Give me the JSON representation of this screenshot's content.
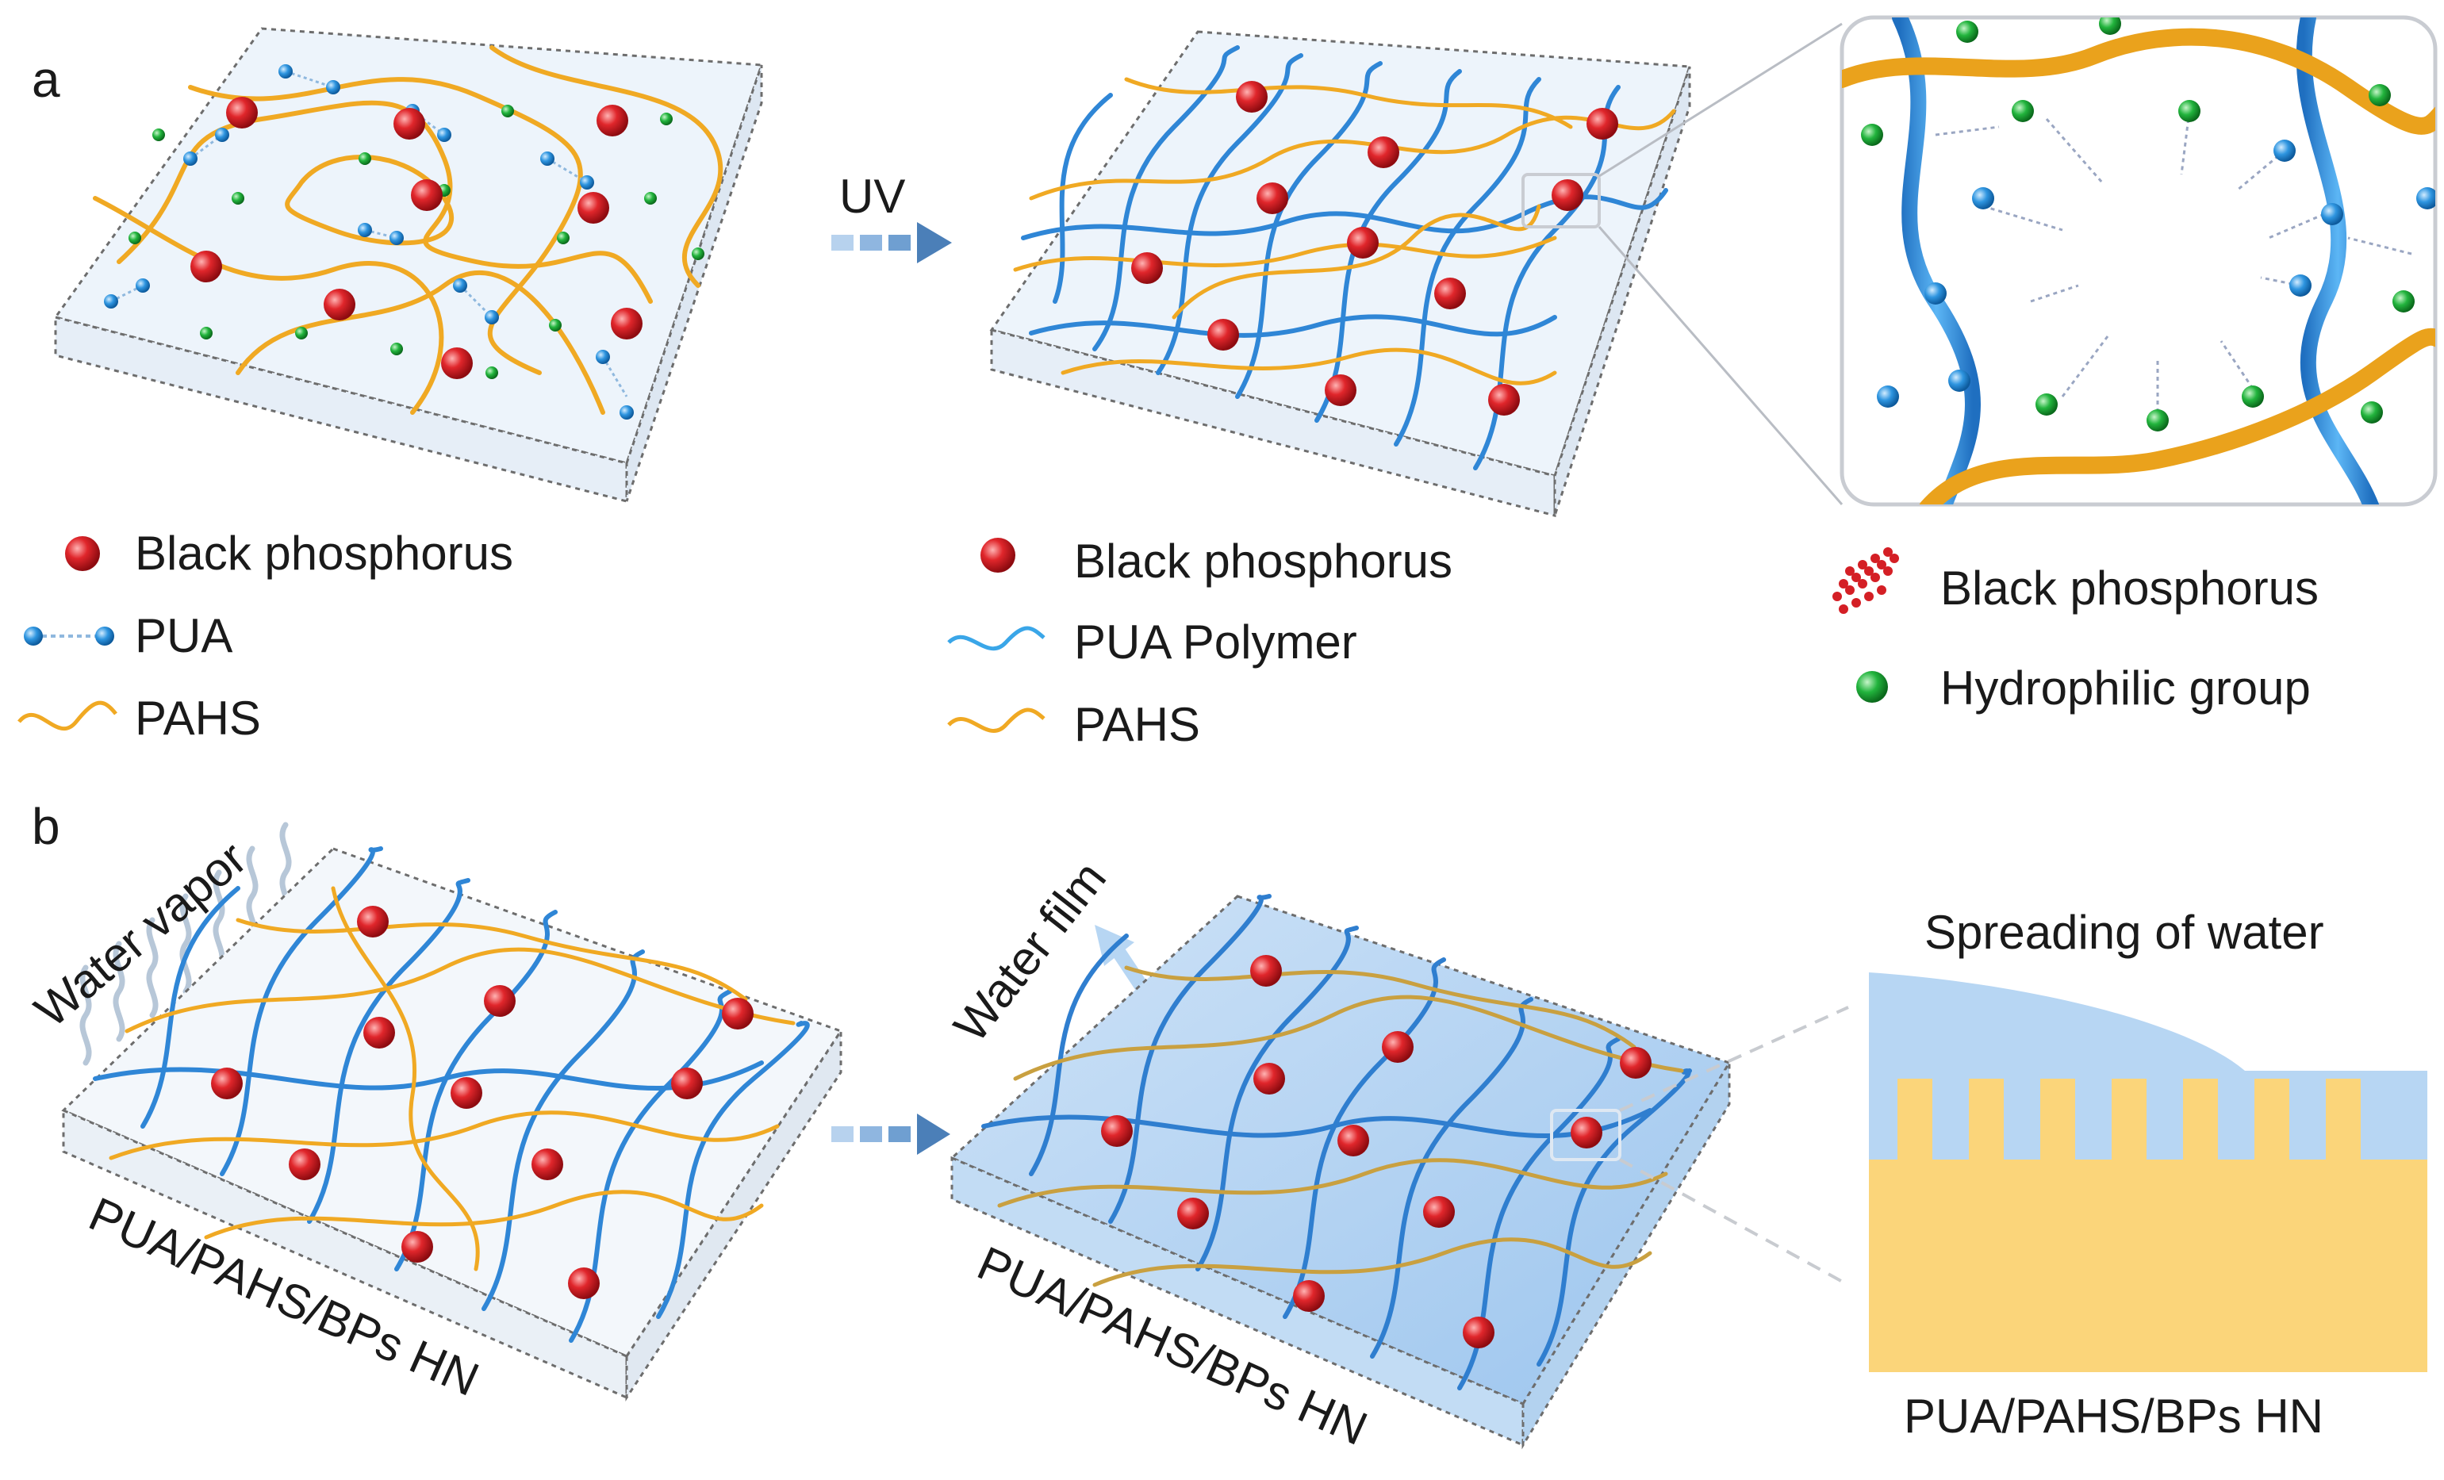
{
  "panel_a": {
    "letter": "a",
    "arrow_label": "UV",
    "legend_left": [
      {
        "icon": "red-sphere-icon",
        "label": "Black phosphorus"
      },
      {
        "icon": "pua-dumbbell-icon",
        "label": "PUA"
      },
      {
        "icon": "pahs-wave-icon",
        "label": "PAHS"
      }
    ],
    "legend_middle": [
      {
        "icon": "red-sphere-icon",
        "label": "Black phosphorus"
      },
      {
        "icon": "blue-wave-icon",
        "label": "PUA Polymer"
      },
      {
        "icon": "pahs-wave-icon",
        "label": "PAHS"
      }
    ],
    "legend_right": [
      {
        "icon": "bp-lattice-icon",
        "label": "Black phosphorus"
      },
      {
        "icon": "green-sphere-icon",
        "label": "Hydrophilic group"
      }
    ]
  },
  "panel_b": {
    "letter": "b",
    "water_vapor_label": "Water vapor",
    "water_film_label": "Water film",
    "film_label_left": "PUA/PAHS/BPs HN",
    "film_label_middle": "PUA/PAHS/BPs HN",
    "spreading_label": "Spreading of water",
    "cross_section_label": "PUA/PAHS/BPs HN"
  },
  "colors": {
    "bp_red": "#d41f25",
    "pua_blue": "#2f86d6",
    "pahs_orange": "#f0a923",
    "hydrophilic_green": "#1fae3a",
    "water_blue": "#b7d6f3",
    "substrate_yellow": "#fbd57a"
  }
}
